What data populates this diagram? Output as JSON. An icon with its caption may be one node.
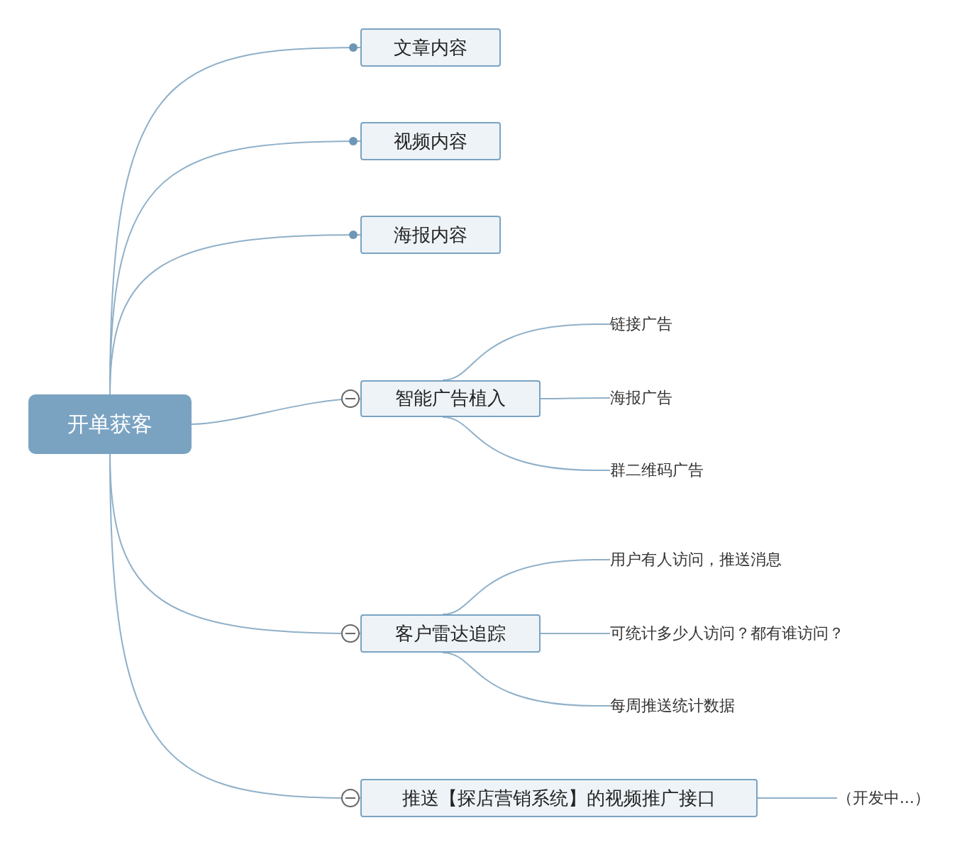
{
  "diagram": {
    "nodes": [
      {
        "text": [
          "开单获客"
        ]
      },
      {
        "text": [
          "文章内容"
        ]
      },
      {
        "text": [
          "视频内容"
        ]
      },
      {
        "text": [
          "海报内容"
        ]
      },
      {
        "text": [
          "智能广告植入"
        ]
      },
      {
        "text": [
          "客户雷达追踪"
        ]
      },
      {
        "text": [
          "推送【探店营销系统】的视频推广接口"
        ]
      },
      {
        "text": [
          "链接广告"
        ]
      },
      {
        "text": [
          "海报广告"
        ]
      },
      {
        "text": [
          "群二维码广告"
        ]
      },
      {
        "text": [
          "用户有人访问，推送消息"
        ]
      },
      {
        "text": [
          "可统计多少人访问？都有谁访问？"
        ]
      },
      {
        "text": [
          "每周推送统计数据"
        ]
      },
      {
        "text": [
          "（开发中...）"
        ]
      }
    ],
    "edges": [
      {
        "from": 0,
        "to": 1,
        "arrow": "other"
      },
      {
        "from": 0,
        "to": 2,
        "arrow": "other"
      },
      {
        "from": 0,
        "to": 3,
        "arrow": "other"
      },
      {
        "from": 0,
        "to": 4,
        "arrow": "none"
      },
      {
        "from": 0,
        "to": 5,
        "arrow": "none"
      },
      {
        "from": 0,
        "to": 6,
        "arrow": "none"
      },
      {
        "from": 4,
        "to": 7,
        "arrow": "none"
      },
      {
        "from": 4,
        "to": 8,
        "arrow": "none"
      },
      {
        "from": 4,
        "to": 9,
        "arrow": "none"
      },
      {
        "from": 5,
        "to": 10,
        "arrow": "none"
      },
      {
        "from": 5,
        "to": 11,
        "arrow": "none"
      },
      {
        "from": 5,
        "to": 12,
        "arrow": "none"
      },
      {
        "from": 6,
        "to": 13,
        "arrow": "none"
      }
    ]
  }
}
